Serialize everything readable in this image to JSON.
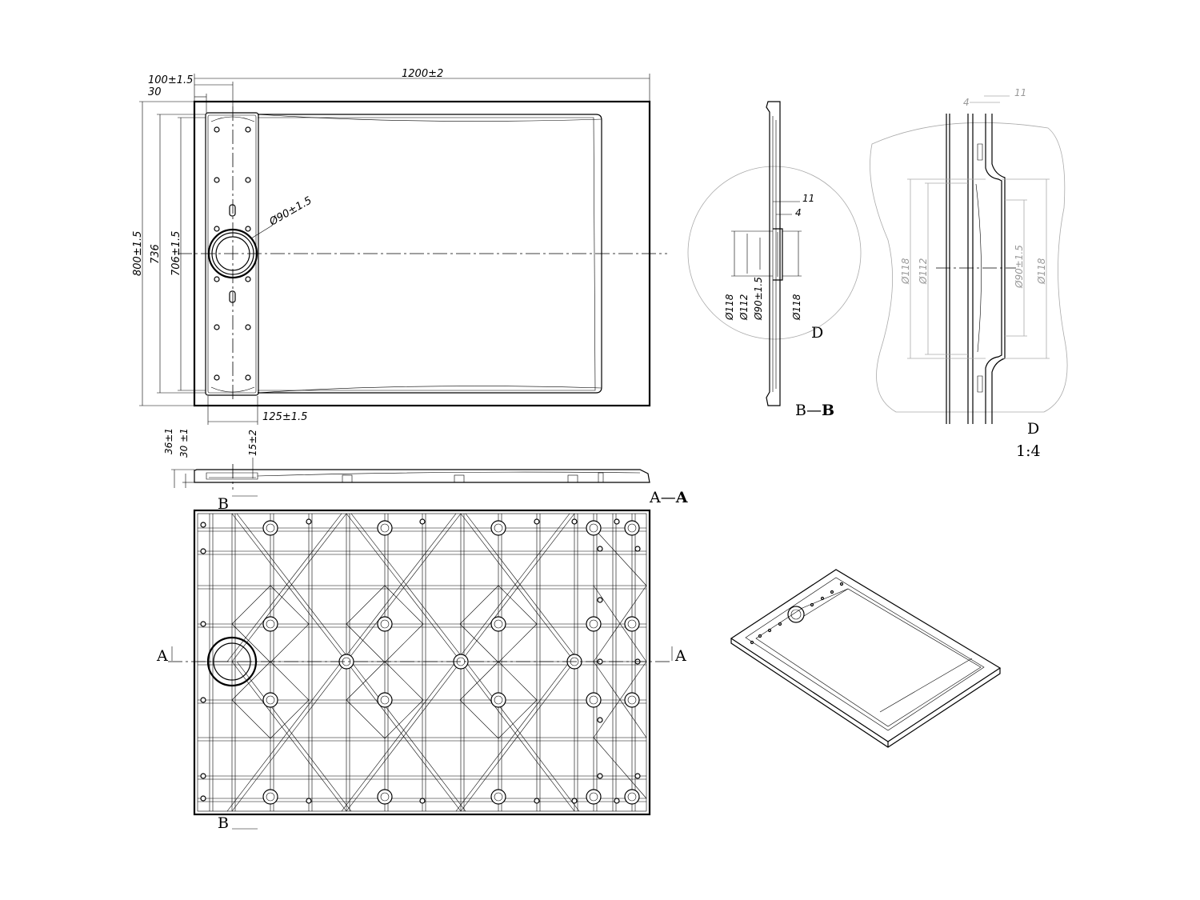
{
  "plan_view": {
    "dim_width": "1200±2",
    "dim_edge": "100±1.5",
    "dim_rim": "30",
    "dim_height": "800±1.5",
    "dim_inner": "736",
    "dim_channel": "706±1.5",
    "dim_drain": "Ø90±1.5",
    "dim_offset": "125±1.5"
  },
  "section_aa": {
    "label_left": "A—",
    "label_right": "A",
    "dim_total": "36±1",
    "dim_body": "30 ±1",
    "dim_drain_depth": "15±2"
  },
  "section_bb": {
    "label_left": "B—",
    "label_right": "B",
    "dim_11": "11",
    "dim_4": "4",
    "dim_d118a": "Ø118",
    "dim_d112": "Ø112",
    "dim_d90": "Ø90±1.5",
    "dim_d118b": "Ø118",
    "detail_marker": "D"
  },
  "detail_d": {
    "label": "D",
    "scale": "1:4",
    "dim_4": "4",
    "dim_11": "11",
    "dim_d118a": "Ø118",
    "dim_d112": "Ø112",
    "dim_d90": "Ø90±1.5",
    "dim_d118b": "Ø118"
  },
  "bottom_view": {
    "cut_a": "A",
    "cut_b": "B"
  }
}
